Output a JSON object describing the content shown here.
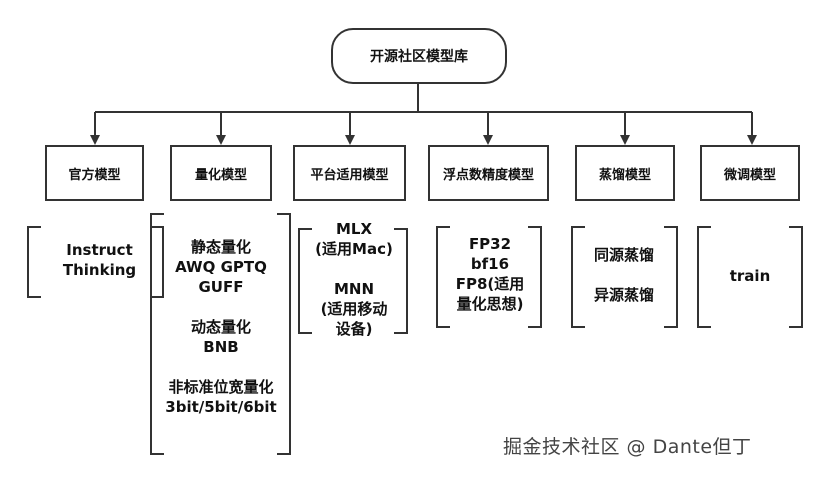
{
  "root": "开源社区模型库",
  "categories": [
    {
      "label": "官方模型",
      "lines": [
        "Instruct",
        "Thinking"
      ]
    },
    {
      "label": "量化模型",
      "lines": [
        "静态量化",
        "AWQ GPTQ",
        "GUFF",
        "",
        "动态量化",
        "BNB",
        "",
        "非标准位宽量化",
        "3bit/5bit/6bit"
      ]
    },
    {
      "label": "平台适用模型",
      "lines": [
        "MLX",
        "(适用Mac)",
        "",
        "MNN",
        "(适用移动",
        "设备)"
      ]
    },
    {
      "label": "浮点数精度模型",
      "lines": [
        "FP32",
        "bf16",
        "FP8(适用",
        "量化思想)"
      ]
    },
    {
      "label": "蒸馏模型",
      "lines": [
        "同源蒸馏",
        "",
        "异源蒸馏"
      ]
    },
    {
      "label": "微调模型",
      "lines": [
        "train"
      ]
    }
  ],
  "watermark": "掘金技术社区 @ Dante但丁"
}
